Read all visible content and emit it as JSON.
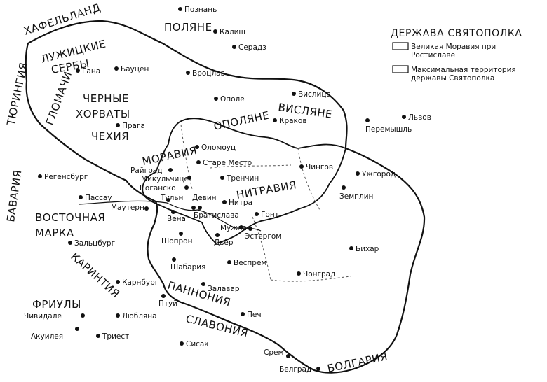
{
  "legend": {
    "title": "ДЕРЖАВА СВЯТОПОЛКА",
    "items": [
      {
        "lines": [
          "Великая Моравия при",
          "Ростиславе"
        ]
      },
      {
        "lines": [
          "Максимальная территория",
          "державы Святополка"
        ]
      }
    ]
  },
  "regions": {
    "hafelland": "ХАФЕЛЬЛАНД",
    "polyane": "ПОЛЯНЕ",
    "lusatian1": "ЛУЖИЦКИЕ",
    "lusatian2": "СЕРБЫ",
    "thuringia": "ТЮРИНГИЯ",
    "glomachi": "ГЛОМАЧИ",
    "white1": "ЧЕРНЫЕ",
    "white2": "ХОРВАТЫ",
    "bohemia": "ЧЕХИЯ",
    "opolyane": "ОПОЛЯНЕ",
    "vislyane": "ВИСЛЯНЕ",
    "moravia": "МОРАВИЯ",
    "nitravia": "НИТРАВИЯ",
    "bavaria": "БАВАРИЯ",
    "east1": "ВОСТОЧНАЯ",
    "east2": "МАРКА",
    "carinthia": "КАРИНТИЯ",
    "friuli": "ФРИУЛЫ",
    "pannonia": "ПАННОНИЯ",
    "slavonia": "СЛАВОНИЯ",
    "bulgaria": "БОЛГАРИЯ"
  },
  "cities": {
    "poznan": "Познань",
    "kalish": "Калиш",
    "seradz": "Серадз",
    "gana": "Гана",
    "bautsen": "Бауцен",
    "vroclav": "Вроцлав",
    "opole": "Ополе",
    "vislitsa": "Вислица",
    "lvov": "Львов",
    "peremyshl": "Перемышль",
    "praga": "Прага",
    "krakov": "Краков",
    "olomouts": "Оломоуц",
    "stare_mesto": "Старе Место",
    "raigrad": "Райград",
    "mikulchitse": "Микульчице",
    "poganско": "Поганско",
    "trenchin": "Тренчин",
    "chingov": "Чингов",
    "uzhgorod": "Ужгород",
    "regensburg": "Регенсбург",
    "zemplin": "Земплин",
    "passau": "Пассау",
    "tuln": "Тульн",
    "devin": "Девин",
    "nitra": "Нитра",
    "mautern": "Маутерн",
    "bratislava": "Братислава",
    "vena": "Вена",
    "gont": "Гонт",
    "muzhla": "Мужла",
    "estergom": "Эстергом",
    "zaltsburg": "Зальцбург",
    "shopron": "Шопрон",
    "dyor": "Дьёр",
    "bihar": "Бихар",
    "vesprem": "Веспрем",
    "shabariya": "Шабария",
    "chongrad": "Чонград",
    "karnburg": "Карнбург",
    "zalavar": "Залавар",
    "ptui": "Птуй",
    "chividale": "Чивидале",
    "lyublyana": "Любляна",
    "pech": "Печ",
    "akuileya": "Акуилея",
    "triest": "Триест",
    "sisak": "Сисак",
    "srem": "Срем",
    "belgrad": "Белград"
  }
}
